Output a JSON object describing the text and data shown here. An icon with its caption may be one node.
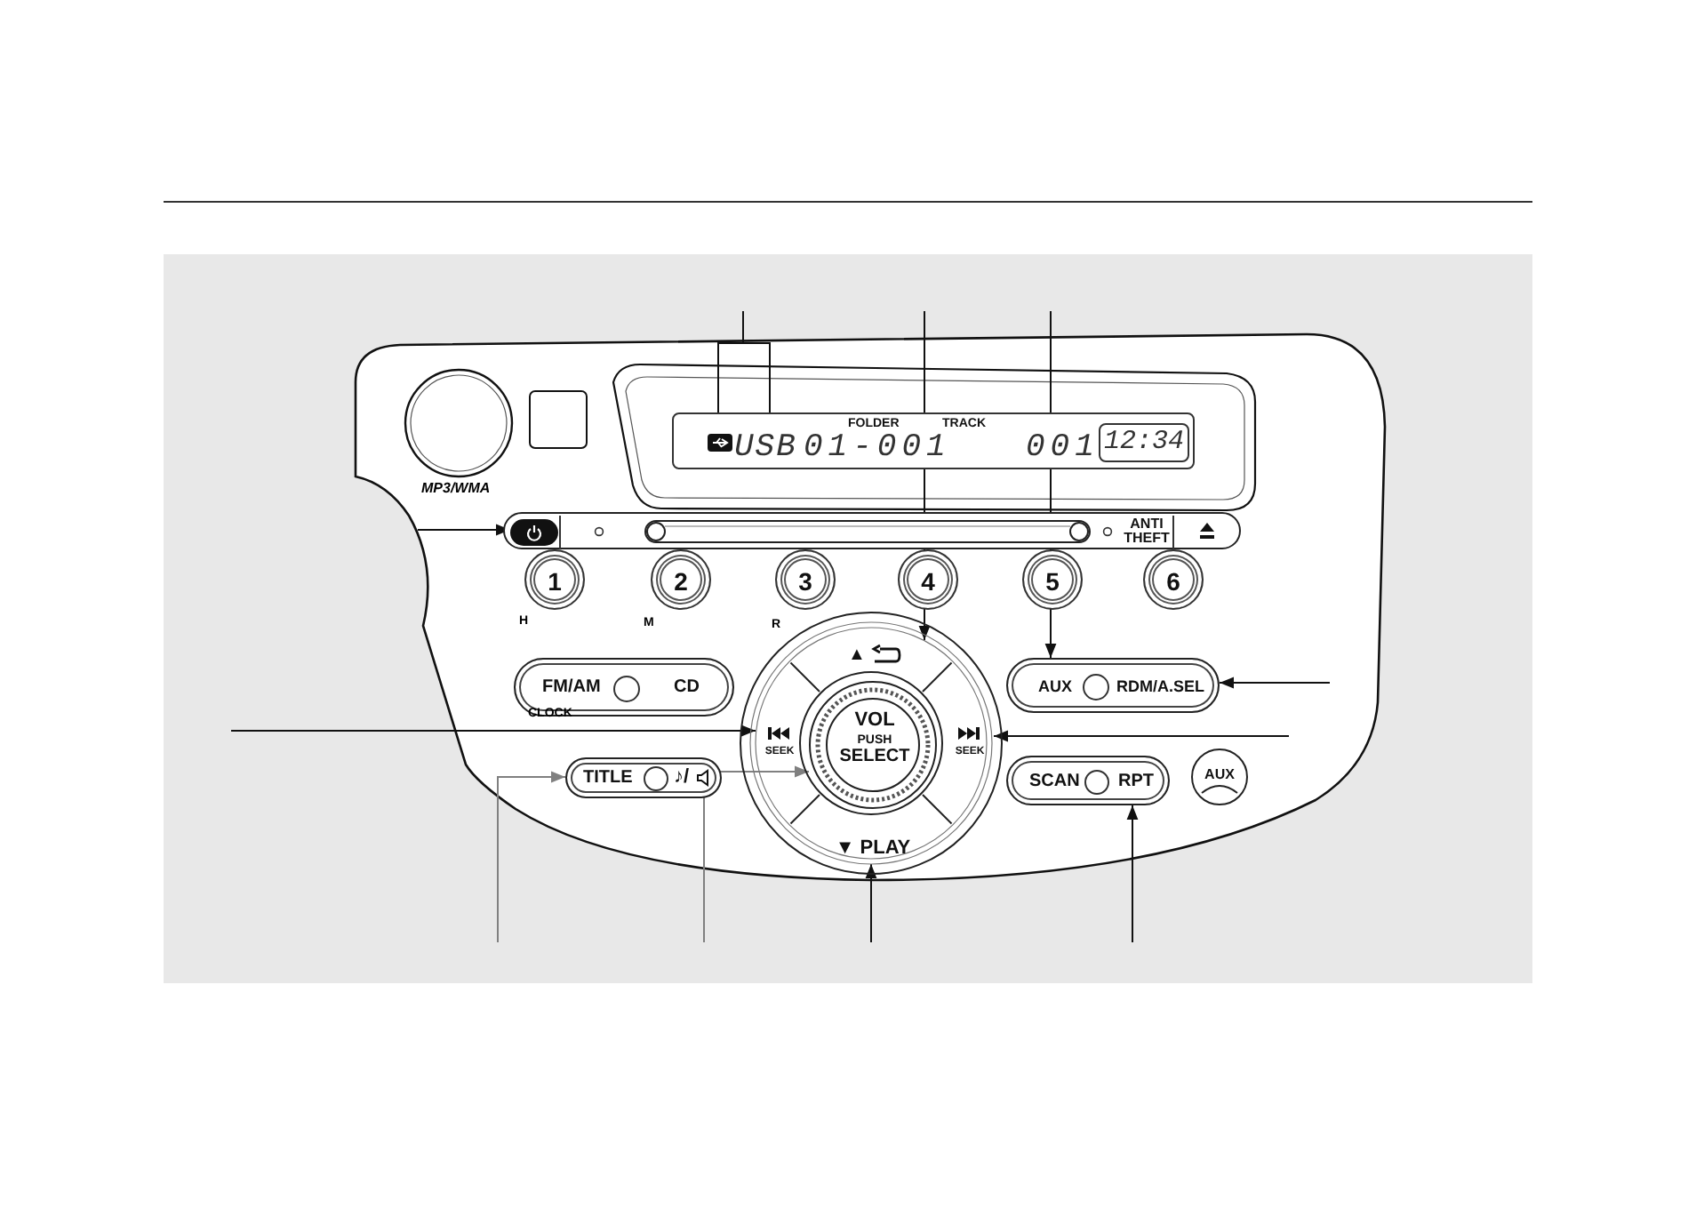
{
  "diagram": {
    "nodes": [
      {
        "text": [
          "ANTI THEFT"
        ]
      },
      {
        "text": [],
        "shape": "box",
        "in": 0
      },
      {
        "text": [
          "FOLDER",
          "TRACK",
          "01-001",
          "001"
        ]
      },
      {
        "text": [],
        "shape": "picture",
        "in": 2
      },
      {
        "text": [
          "USB"
        ],
        "in": 2
      },
      {
        "text": [
          "12:34"
        ],
        "in": 2
      },
      {
        "text": [
          "1"
        ]
      },
      {
        "text": [
          "2"
        ]
      },
      {
        "text": [
          "3"
        ]
      },
      {
        "text": [
          "4"
        ]
      },
      {
        "text": [
          "5"
        ]
      },
      {
        "text": [
          "6"
        ]
      },
      {
        "text": [
          "FM/AM",
          "CD"
        ]
      },
      {
        "text": [],
        "shape": "circle"
      },
      {
        "text": [
          "▲"
        ],
        "in": 13
      },
      {
        "text": [
          "SEEK"
        ],
        "in": 13
      },
      {
        "text": [
          "VOL",
          "PUSH",
          "SELECT"
        ],
        "in": 13
      },
      {
        "text": [
          "SEEK"
        ],
        "in": 13
      },
      {
        "text": [
          "▼ PLAY"
        ],
        "in": 13
      },
      {
        "text": [
          "AUX",
          "RDM/A.SEL"
        ]
      },
      {
        "text": [
          "TITLE",
          "♪/"
        ]
      },
      {
        "text": [
          "SCAN",
          "RPT"
        ]
      },
      {
        "text": [
          "AUX"
        ]
      }
    ],
    "edges": [
      {
        "from": null,
        "to": 3,
        "arrow": "to"
      },
      {
        "from": null,
        "to": 4,
        "arrow": "to"
      },
      {
        "from": null,
        "to": 14,
        "arrow": "to"
      },
      {
        "from": null,
        "to": 19,
        "arrow": "to"
      },
      {
        "from": null,
        "to": 1,
        "arrow": "to"
      },
      {
        "from": null,
        "to": 19,
        "arrow": "to"
      },
      {
        "from": null,
        "to": 15,
        "arrow": "to"
      },
      {
        "from": null,
        "to": 17,
        "arrow": "to"
      },
      {
        "from": null,
        "to": 20,
        "arrow": "to",
        "color": "#808080"
      },
      {
        "from": null,
        "to": 16,
        "arrow": "to",
        "color": "#808080"
      },
      {
        "from": null,
        "to": 18,
        "arrow": "to"
      },
      {
        "from": null,
        "to": 21,
        "arrow": "to"
      }
    ],
    "labels": [
      "MP3/WMA",
      "H",
      "M",
      "R",
      "CLOCK"
    ]
  }
}
